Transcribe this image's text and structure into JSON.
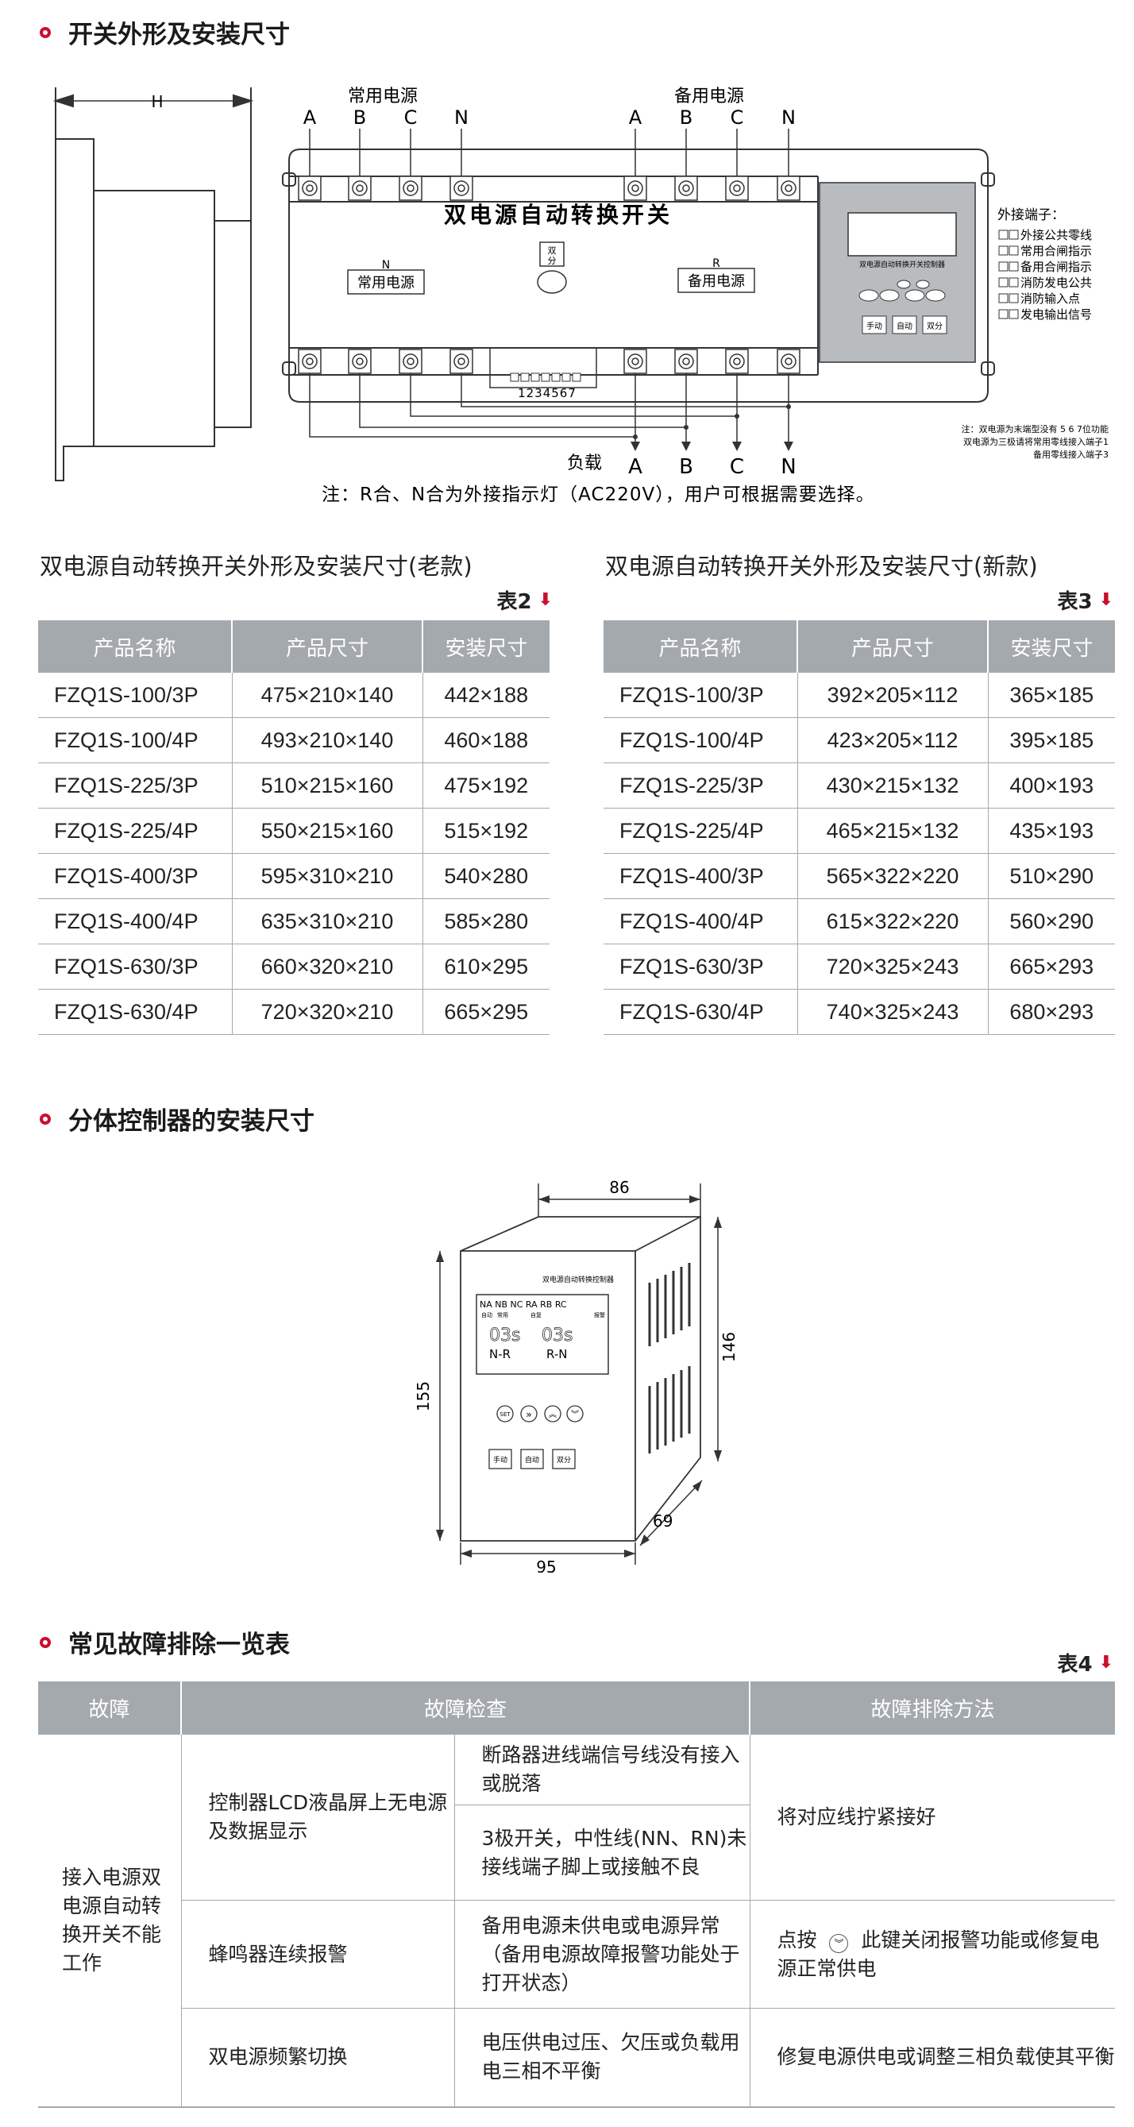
{
  "sections": {
    "switch_dims": "开关外形及安装尺寸",
    "controller_dims": "分体控制器的安装尺寸",
    "troubleshoot": "常见故障排除一览表"
  },
  "diagram1": {
    "h_label": "H",
    "normal_source": "常用电源",
    "backup_source": "备用电源",
    "phases": [
      "A",
      "B",
      "C",
      "N"
    ],
    "switch_title": "双电源自动转换开关",
    "n_marker": "N",
    "normal_indicator": "常用电源",
    "dual_split": [
      "双",
      "分"
    ],
    "r_marker": "R",
    "backup_indicator": "备用电源",
    "terminal_numbers": "1234567",
    "load_label": "负载",
    "controller_small_title": "双电源自动转换开关控制器",
    "controller_buttons": [
      "手动",
      "自动",
      "双分"
    ],
    "ext_terminals_title": "外接端子：",
    "ext_terminals": [
      "外接公共零线",
      "常用合闸指示",
      "备用合闸指示",
      "消防发电公共",
      "消防输入点",
      "发电输出信号"
    ],
    "notes_small": [
      "注：双电源为末端型没有 5 6 7位功能",
      "双电源为三极请将常用零线接入端子1",
      "备用零线接入端子3"
    ],
    "main_note": "注：R合、N合为外接指示灯（AC220V），用户可根据需要选择。"
  },
  "table2": {
    "caption": "双电源自动转换开关外形及安装尺寸(老款)",
    "label": "表2",
    "headers": [
      "产品名称",
      "产品尺寸",
      "安装尺寸"
    ],
    "rows": [
      [
        "FZQ1S-100/3P",
        "475×210×140",
        "442×188"
      ],
      [
        "FZQ1S-100/4P",
        "493×210×140",
        "460×188"
      ],
      [
        "FZQ1S-225/3P",
        "510×215×160",
        "475×192"
      ],
      [
        "FZQ1S-225/4P",
        "550×215×160",
        "515×192"
      ],
      [
        "FZQ1S-400/3P",
        "595×310×210",
        "540×280"
      ],
      [
        "FZQ1S-400/4P",
        "635×310×210",
        "585×280"
      ],
      [
        "FZQ1S-630/3P",
        "660×320×210",
        "610×295"
      ],
      [
        "FZQ1S-630/4P",
        "720×320×210",
        "665×295"
      ]
    ]
  },
  "table3": {
    "caption": "双电源自动转换开关外形及安装尺寸(新款)",
    "label": "表3",
    "headers": [
      "产品名称",
      "产品尺寸",
      "安装尺寸"
    ],
    "rows": [
      [
        "FZQ1S-100/3P",
        "392×205×112",
        "365×185"
      ],
      [
        "FZQ1S-100/4P",
        "423×205×112",
        "395×185"
      ],
      [
        "FZQ1S-225/3P",
        "430×215×132",
        "400×193"
      ],
      [
        "FZQ1S-225/4P",
        "465×215×132",
        "435×193"
      ],
      [
        "FZQ1S-400/3P",
        "565×322×220",
        "510×290"
      ],
      [
        "FZQ1S-400/4P",
        "615×322×220",
        "560×290"
      ],
      [
        "FZQ1S-630/3P",
        "720×325×243",
        "665×293"
      ],
      [
        "FZQ1S-630/4P",
        "740×325×243",
        "680×293"
      ]
    ]
  },
  "controller": {
    "dim_top": "86",
    "dim_right": "146",
    "dim_left": "155",
    "dim_bottom": "95",
    "dim_depth": "69",
    "title": "双电源自动转换控制器",
    "lcd_top": "NA NB NC RA RB RC",
    "lcd_sub": [
      "自动",
      "常用",
      "自复",
      "报警"
    ],
    "lcd_digits": [
      "03s",
      "03s"
    ],
    "lcd_modes": [
      "N-R",
      "R-N"
    ],
    "set_label": "SET",
    "buttons": [
      "手动",
      "自动",
      "双分"
    ]
  },
  "table4": {
    "label": "表4",
    "headers": [
      "故障",
      "故障检查",
      "故障排除方法"
    ],
    "fault_main": "接入电源双电源自动转换开关不能工作",
    "row1_check": "控制器LCD液晶屏上无电源及数据显示",
    "row1_detail_a": "断路器进线端信号线没有接入或脱落",
    "row1_detail_b": "3极开关，中性线(NN、RN)未接线端子脚上或接触不良",
    "row1_fix": "将对应线拧紧接好",
    "row2_check": "蜂鸣器连续报警",
    "row2_detail": "备用电源未供电或电源异常（备用电源故障报警功能处于打开状态）",
    "row2_fix_a": "点按",
    "row2_fix_b": "此键关闭报警功能或修复电源正常供电",
    "row3_check": "双电源频繁切换",
    "row3_detail": "电压供电过压、欠压或负载用电三相不平衡",
    "row3_fix": "修复电源供电或调整三相负载使其平衡"
  }
}
